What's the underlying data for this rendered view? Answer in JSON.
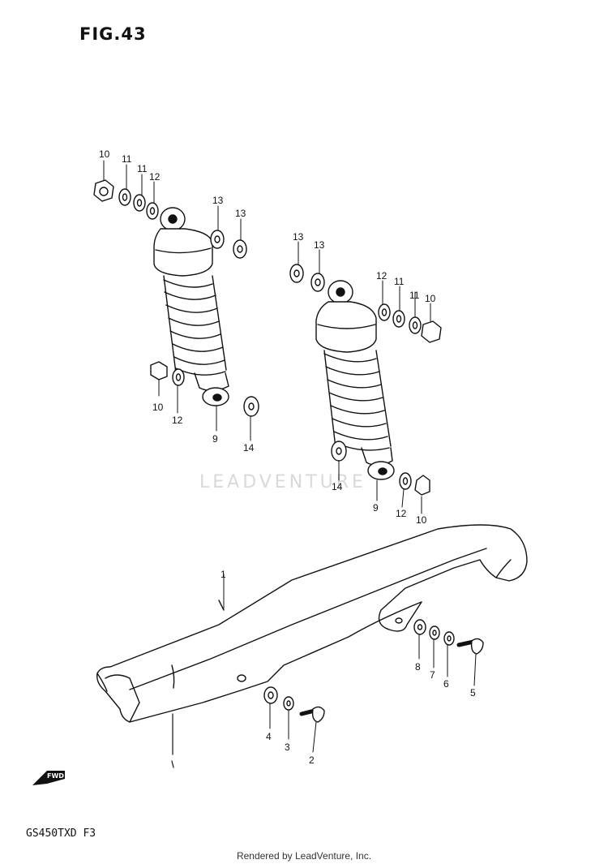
{
  "header": {
    "figure_title": "FIG.43"
  },
  "footer": {
    "model_code": "GS450TXD F3",
    "rendered_by": "Rendered by LeadVenture, Inc."
  },
  "watermark": {
    "text": "LEADVENTURE"
  },
  "arrow": {
    "label": "FWD"
  },
  "callouts": {
    "left_top_10": "10",
    "left_top_11a": "11",
    "left_top_11b": "11",
    "left_top_12": "12",
    "left_13a": "13",
    "left_13b": "13",
    "left_bottom_10": "10",
    "left_bottom_12": "12",
    "left_9": "9",
    "left_14": "14",
    "right_13a": "13",
    "right_13b": "13",
    "right_12": "12",
    "right_11a": "11",
    "right_11b": "11",
    "right_10": "10",
    "right_14": "14",
    "right_9": "9",
    "right_bottom_12": "12",
    "right_bottom_10": "10",
    "cover_1": "1",
    "part_8": "8",
    "part_7": "7",
    "part_6": "6",
    "part_5": "5",
    "part_4": "4",
    "part_3": "3",
    "part_2": "2"
  }
}
